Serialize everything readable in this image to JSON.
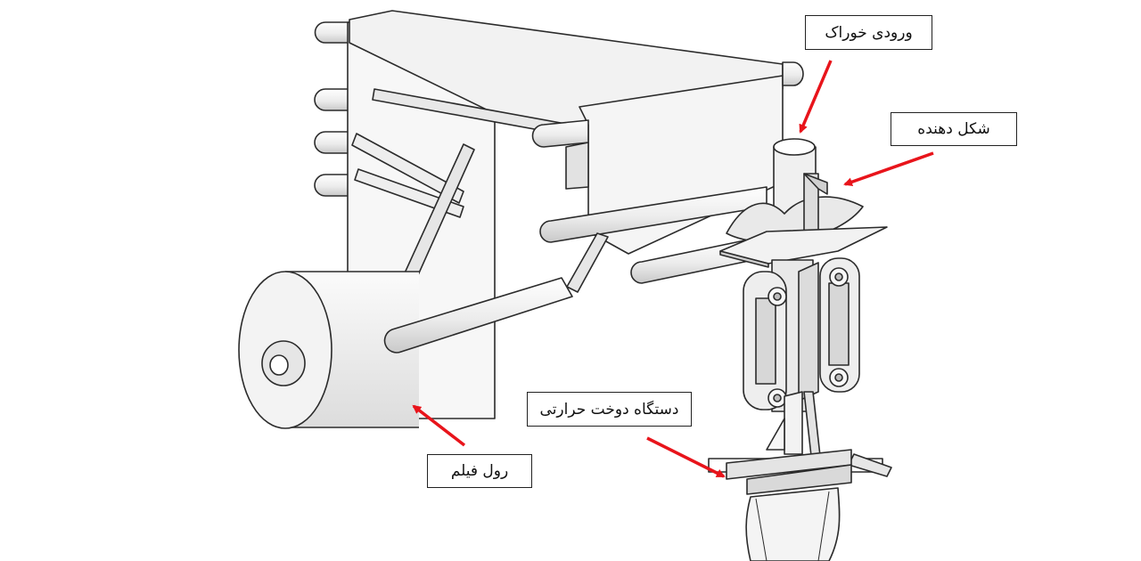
{
  "labels": {
    "feed_inlet": "ورودی خوراک",
    "forming_tube": "شکل دهنده",
    "heat_sealer": "دستگاه دوخت حرارتی",
    "film_roll": "رول فیلم"
  },
  "colors": {
    "arrow": "#e8141b",
    "outline": "#2b2b2b",
    "fill_light": "#f4f4f4",
    "fill_shade": "#d9d9d9"
  }
}
